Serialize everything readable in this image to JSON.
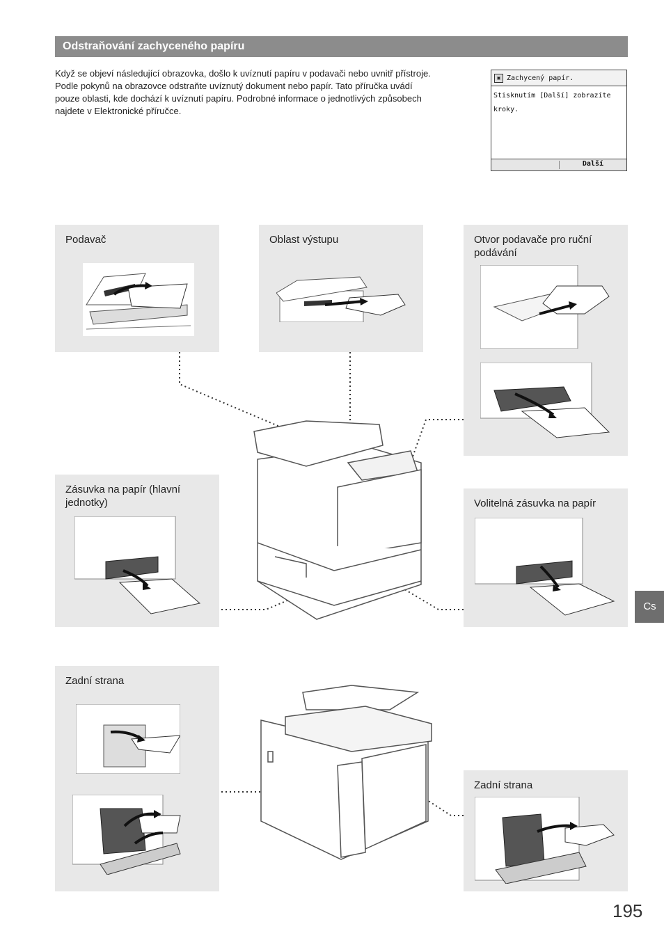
{
  "header": {
    "title": "Odstraňování zachyceného papíru"
  },
  "intro": {
    "lines": [
      "Když se objeví následující obrazovka, došlo k uvíznutí papíru v podavači nebo uvnitř přístroje.",
      "Podle pokynů na obrazovce odstraňte uvíznutý dokument nebo papír. Tato příručka uvádí",
      "pouze oblasti, kde dochází k uvíznutí papíru. Podrobné informace o jednotlivých způsobech",
      "najdete v Elektronické příručce."
    ]
  },
  "lcd": {
    "title": "Zachycený papír.",
    "line1": "Stisknutím [Další] zobrazíte",
    "line2": "kroky.",
    "next_button": "Další"
  },
  "panels": {
    "feeder": "Podavač",
    "output": "Oblast výstupu",
    "manual_feed": "Otvor podavače pro ruční podávání",
    "main_drawer": "Zásuvka na papír (hlavní jednotky)",
    "optional_drawer": "Volitelná zásuvka na papír",
    "rear_left": "Zadní strana",
    "rear_right": "Zadní strana"
  },
  "language_tab": "Cs",
  "page_number": "195"
}
